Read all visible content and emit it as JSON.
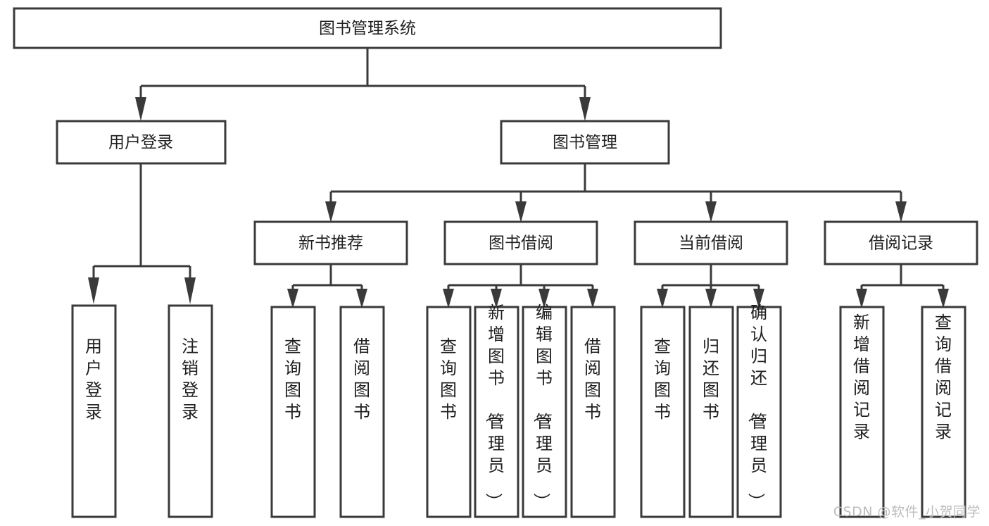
{
  "diagram": {
    "type": "tree-hierarchy",
    "title": "图书管理系统",
    "orientation": "top-down",
    "colors": {
      "box_stroke": "#3a3a3a",
      "box_fill": "#ffffff",
      "text": "#1f1f1f",
      "connector": "#3a3a3a",
      "background": "#ffffff",
      "watermark": "#bdbdbd"
    },
    "root": {
      "label": "图书管理系统"
    },
    "level2": [
      {
        "label": "用户登录"
      },
      {
        "label": "图书管理"
      }
    ],
    "level3": [
      {
        "label": "新书推荐"
      },
      {
        "label": "图书借阅"
      },
      {
        "label": "当前借阅"
      },
      {
        "label": "借阅记录"
      }
    ],
    "leaves": {
      "user_login": [
        {
          "label": "用户登录"
        },
        {
          "label": "注销登录"
        }
      ],
      "new_book_recommend": [
        {
          "label": "查询图书"
        },
        {
          "label": "借阅图书"
        }
      ],
      "book_borrow": [
        {
          "label": "查询图书"
        },
        {
          "label": "新增图书（管理员）"
        },
        {
          "label": "编辑图书（管理员）"
        },
        {
          "label": "借阅图书"
        }
      ],
      "current_borrow": [
        {
          "label": "查询图书"
        },
        {
          "label": "归还图书"
        },
        {
          "label": "确认归还（管理员）"
        }
      ],
      "borrow_record": [
        {
          "label": "新增借阅记录"
        },
        {
          "label": "查询借阅记录"
        }
      ]
    }
  },
  "watermark": {
    "text": "CSDN @软件_小贺同学"
  }
}
